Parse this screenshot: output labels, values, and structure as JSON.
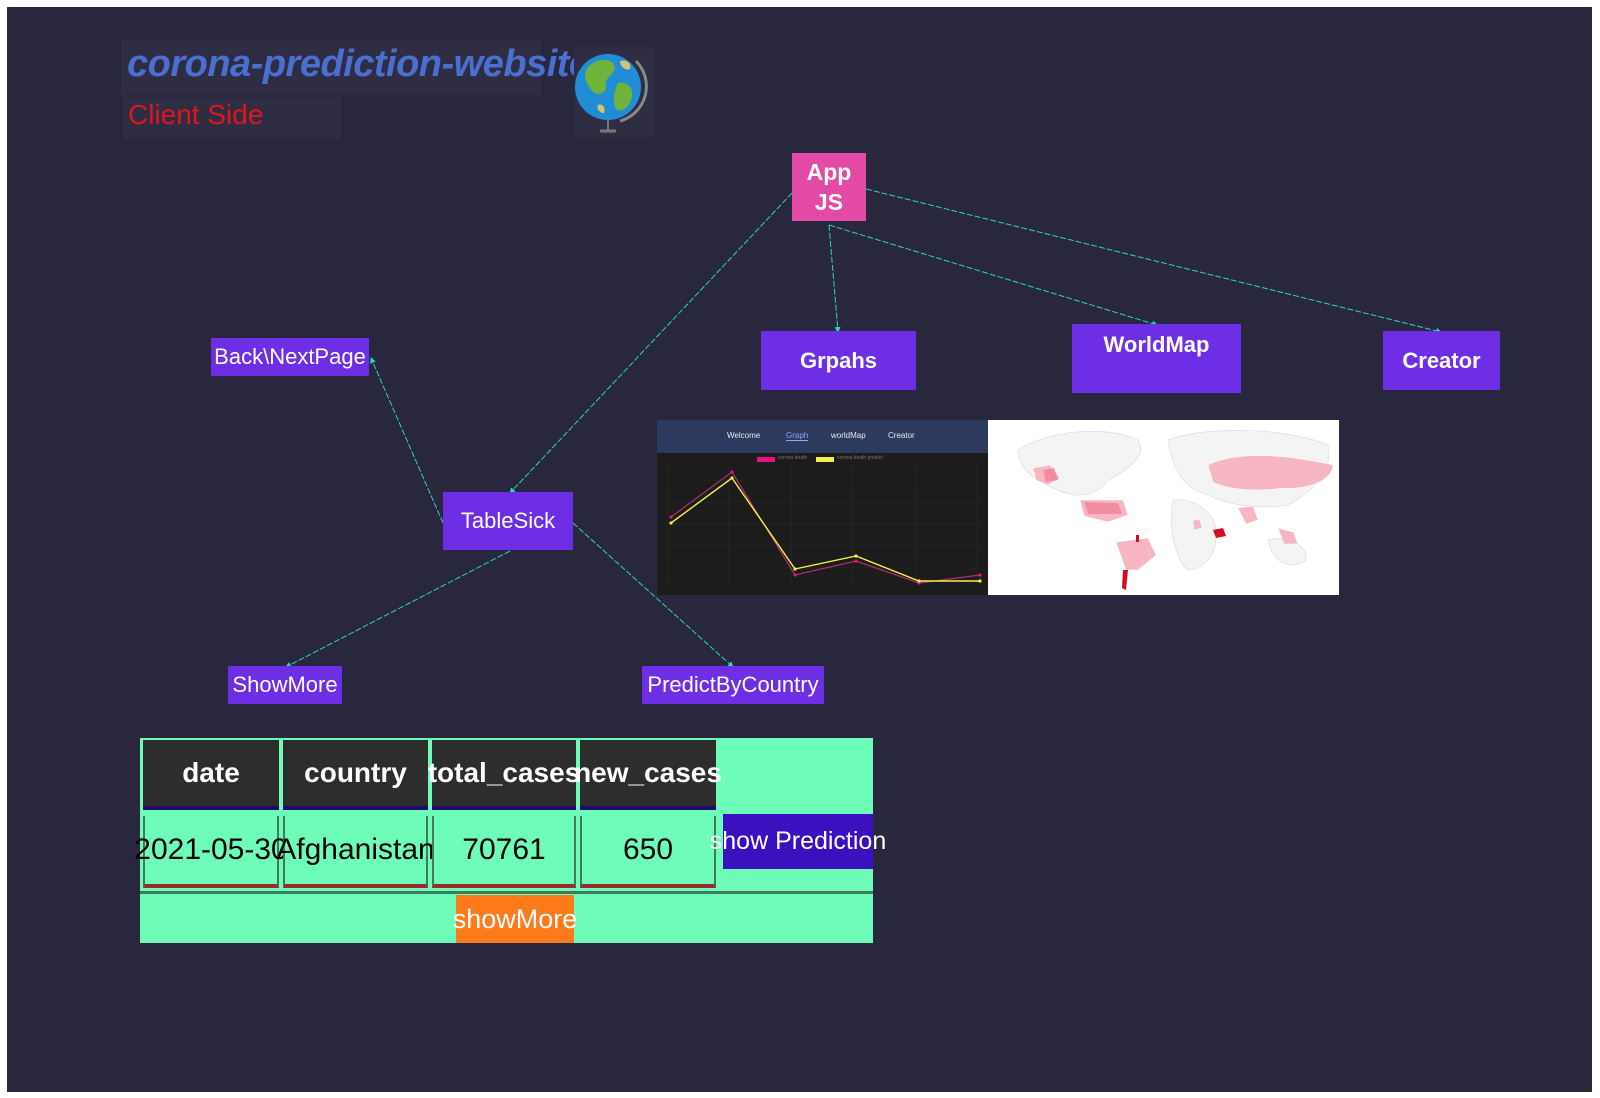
{
  "header": {
    "title": "corona-prediction-website",
    "subtitle": "Client Side"
  },
  "icons": {
    "globe": "globe-icon"
  },
  "nodes": {
    "app_line1": "App",
    "app_line2": "JS",
    "grpahs": "Grpahs",
    "worldmap": "WorldMap",
    "creator": "Creator",
    "back_next": "Back\\NextPage",
    "table_sick": "TableSick",
    "show_more": "ShowMore",
    "predict_by_country": "PredictByCountry"
  },
  "graph_screenshot": {
    "nav": [
      "Welcome",
      "Graph",
      "worldMap",
      "Creator"
    ],
    "active_tab": "Graph",
    "legend": [
      "corona death",
      "corona death predict"
    ],
    "legend_colors": [
      "#e8137e",
      "#f2f24a"
    ]
  },
  "table_screenshot": {
    "headers": [
      "date",
      "country",
      "total_cases",
      "new_cases"
    ],
    "row": [
      "2021-05-30",
      "Afghanistan",
      "70761",
      "650"
    ],
    "show_prediction": "show Prediction",
    "show_more": "showMore"
  },
  "colors": {
    "background": "#28273d",
    "node": "#6d2ee6",
    "app_node": "#e34aa6",
    "edge": "#2bd3c8",
    "title": "#4a6fd0",
    "subtitle": "#e0151d"
  }
}
